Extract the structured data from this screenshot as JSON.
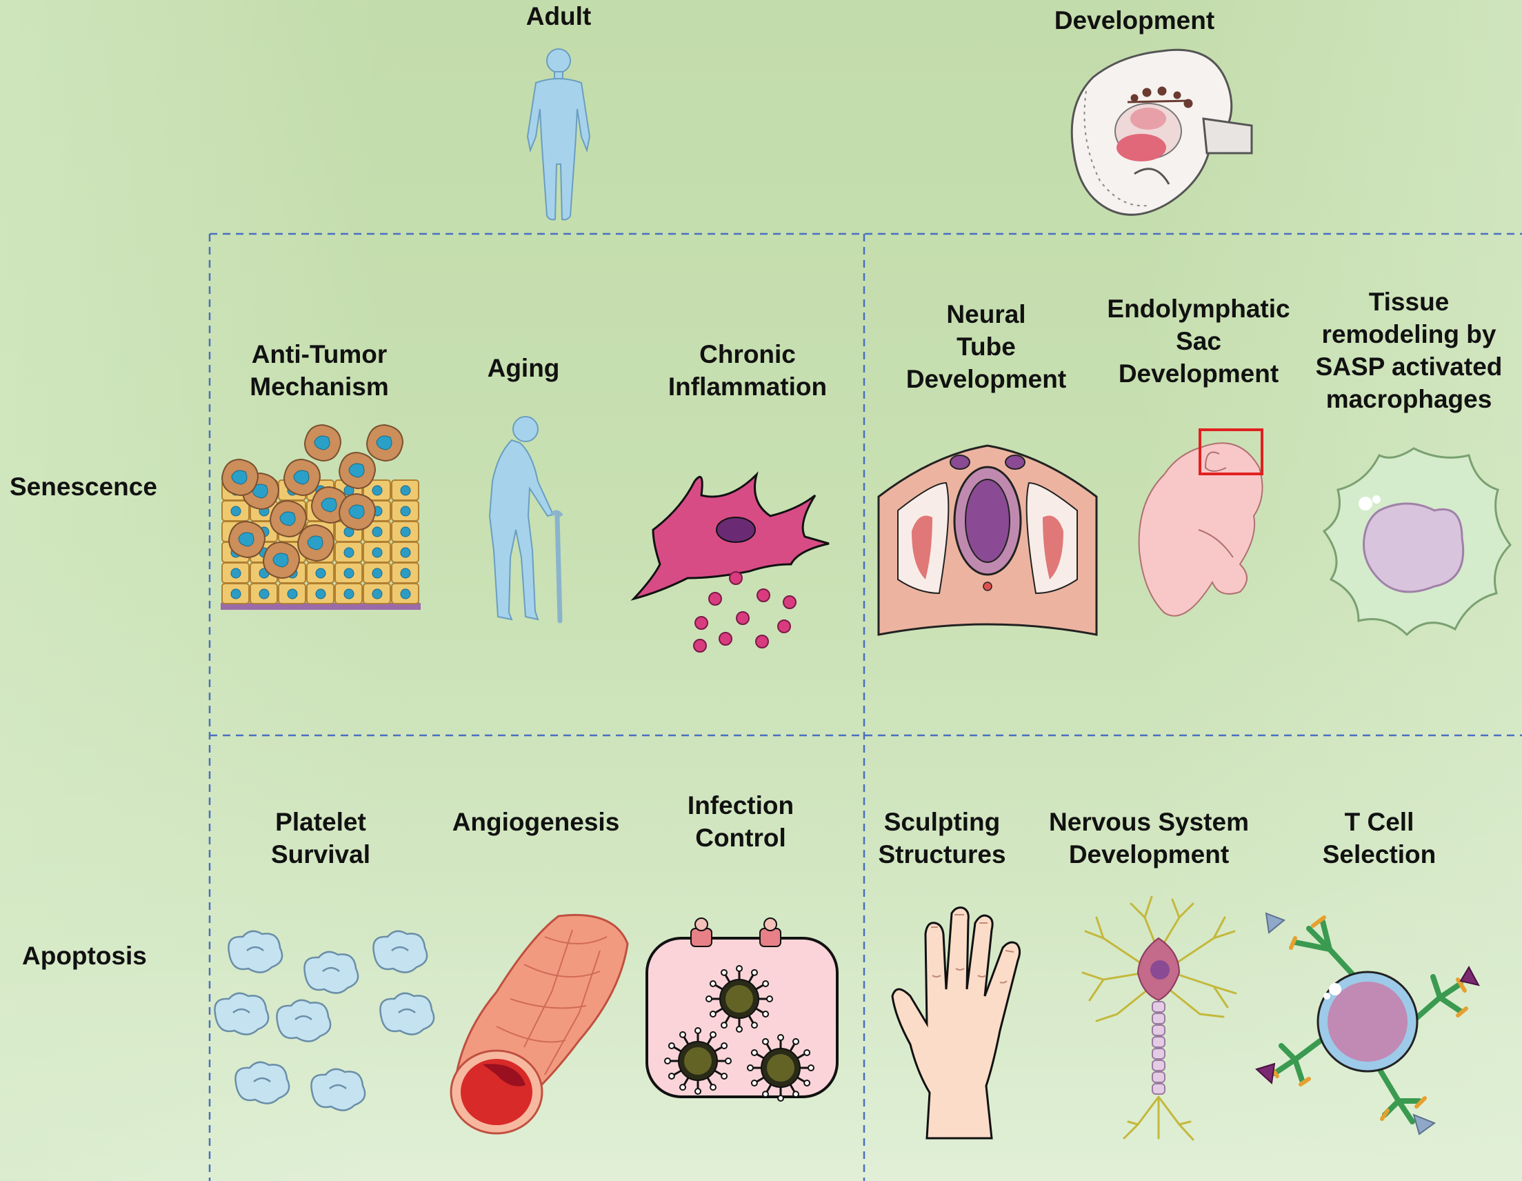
{
  "columns": {
    "adult": "Adult",
    "development": "Development"
  },
  "rows": {
    "senescence": "Senescence",
    "apoptosis": "Apoptosis"
  },
  "senescence": {
    "anti_tumor": [
      "Anti-Tumor",
      "Mechanism"
    ],
    "aging": "Aging",
    "chronic_inflammation": [
      "Chronic",
      "Inflammation"
    ],
    "neural_tube": [
      "Neural",
      "Tube",
      "Development"
    ],
    "endolymphatic": [
      "Endolymphatic",
      "Sac",
      "Development"
    ],
    "tissue_remodeling": [
      "Tissue",
      "remodeling by",
      "SASP activated",
      "macrophages"
    ]
  },
  "apoptosis": {
    "platelet": [
      "Platelet",
      "Survival"
    ],
    "angiogenesis": "Angiogenesis",
    "infection": [
      "Infection",
      "Control"
    ],
    "sculpting": [
      "Sculpting",
      "Structures"
    ],
    "nervous": [
      "Nervous System",
      "Development"
    ],
    "t_cell": [
      "T Cell",
      "Selection"
    ]
  },
  "colors": {
    "divider": "#4a6fc0",
    "skin_blue": "#a6d2ec",
    "highlight_box": "#e02020"
  },
  "icons": [
    "adult-human-icon",
    "embryo-icon",
    "tumor-tissue-icon",
    "elderly-person-icon",
    "inflamed-cell-icon",
    "neural-tube-icon",
    "fetus-icon",
    "macrophage-icon",
    "platelets-icon",
    "blood-vessel-icon",
    "infected-cell-icon",
    "hand-icon",
    "neuron-icon",
    "t-cell-icon"
  ]
}
